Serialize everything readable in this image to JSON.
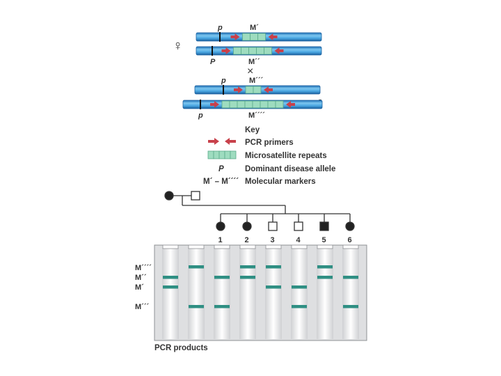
{
  "colors": {
    "chromosome": "#2d8fd4",
    "chromosome_highlight": "#7cc6f0",
    "repeat_fill": "#9edcbf",
    "repeat_stroke": "#5aab8a",
    "primer": "#c8414b",
    "band": "#2f8f83",
    "gel_background": "#e2e3e5",
    "lane": "#f4f4f5",
    "pedigree_stroke": "#333333"
  },
  "cross": {
    "female_symbol": "♀",
    "male_symbol": "♂",
    "cross_symbol": "×",
    "female": [
      {
        "allele": "p",
        "marker": "M´",
        "repeats": 3
      },
      {
        "allele": "P",
        "marker": "M´´",
        "repeats": 5
      }
    ],
    "male": [
      {
        "allele": "p",
        "marker": "M´´´",
        "repeats": 2
      },
      {
        "allele": "p",
        "marker": "M´´´´",
        "repeats": 8
      }
    ]
  },
  "key": {
    "title": "Key",
    "items": [
      {
        "symbol": "primers-icon",
        "text": "PCR primers"
      },
      {
        "symbol": "repeats-icon",
        "text": "Microsatellite repeats"
      },
      {
        "symbol": "P",
        "text": "Dominant disease allele"
      },
      {
        "symbol": "M´ – M´´´´",
        "text": "Molecular markers"
      }
    ]
  },
  "pedigree": {
    "parents": [
      {
        "sex": "female",
        "affected": true
      },
      {
        "sex": "male",
        "affected": false
      }
    ],
    "children": [
      {
        "number": "1",
        "sex": "female",
        "affected": true
      },
      {
        "number": "2",
        "sex": "female",
        "affected": true
      },
      {
        "number": "3",
        "sex": "male",
        "affected": false
      },
      {
        "number": "4",
        "sex": "male",
        "affected": false
      },
      {
        "number": "5",
        "sex": "male",
        "affected": true
      },
      {
        "number": "6",
        "sex": "female",
        "affected": true
      }
    ]
  },
  "gel": {
    "caption": "PCR products",
    "markers": [
      "M´´´´",
      "M´´",
      "M´",
      "M´´´"
    ],
    "lanes": [
      {
        "bands": [
          "M´´",
          "M´"
        ]
      },
      {
        "bands": [
          "M´´´´",
          "M´´´"
        ]
      },
      {
        "bands": [
          "M´´",
          "M´´´"
        ]
      },
      {
        "bands": [
          "M´´´´",
          "M´´"
        ]
      },
      {
        "bands": [
          "M´´´´",
          "M´"
        ]
      },
      {
        "bands": [
          "M´",
          "M´´´"
        ]
      },
      {
        "bands": [
          "M´´´´",
          "M´´"
        ]
      },
      {
        "bands": [
          "M´´",
          "M´´´"
        ]
      }
    ]
  }
}
